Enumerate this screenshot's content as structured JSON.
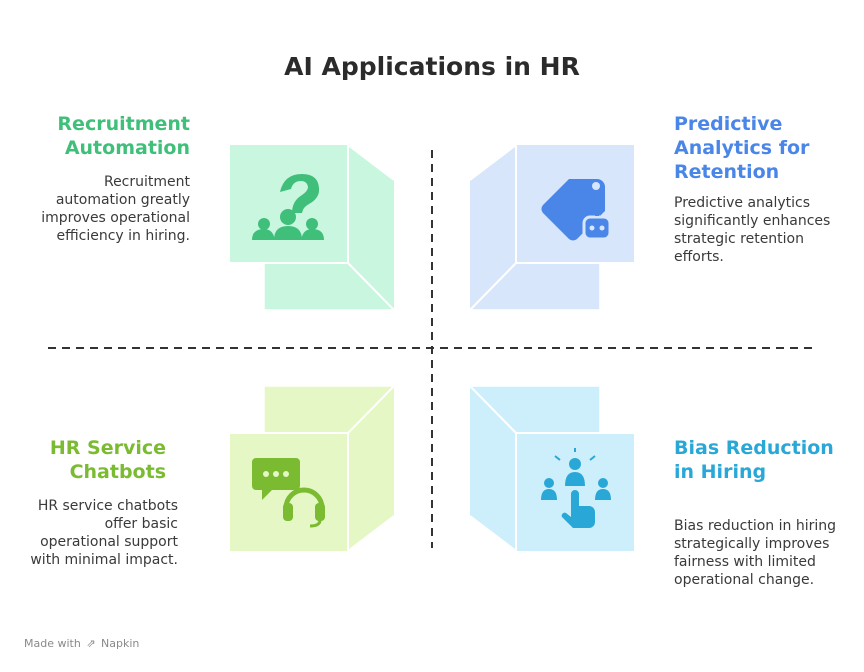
{
  "title": "AI Applications in HR",
  "quadrants": [
    {
      "title": "Recruitment Automation",
      "description": "Recruitment automation greatly improves operational efficiency in hiring.",
      "icon": "hiring-people-icon",
      "color": "#3fbf7a",
      "fill": "#c8f6df"
    },
    {
      "title": "Predictive Analytics for Retention",
      "description": "Predictive analytics significantly enhances strategic retention efforts.",
      "icon": "tag-robot-icon",
      "color": "#4a86e8",
      "fill": "#d8e6fb"
    },
    {
      "title": "HR Service Chatbots",
      "description": "HR service chatbots offer basic operational support with minimal impact.",
      "icon": "chat-headset-icon",
      "color": "#7bbb32",
      "fill": "#e5f7c4"
    },
    {
      "title": "Bias Reduction in Hiring",
      "description": "Bias reduction in hiring strategically improves fairness with limited operational change.",
      "icon": "pointer-people-icon",
      "color": "#29a8d8",
      "fill": "#cdeffb"
    }
  ],
  "footer": {
    "made_with": "Made with",
    "brand": "Napkin"
  }
}
